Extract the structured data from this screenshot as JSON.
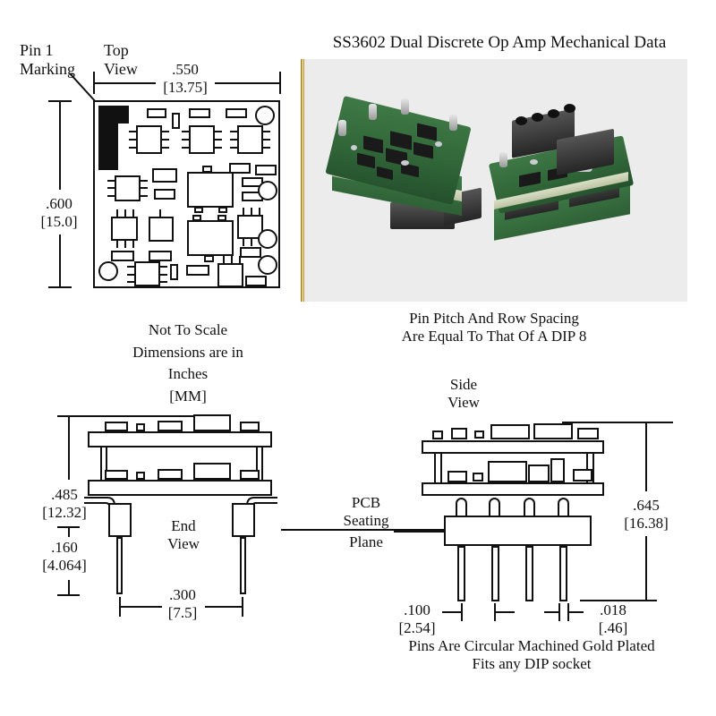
{
  "document": {
    "title": "SS3602 Dual Discrete Op Amp Mechanical Data",
    "background_color": "#ffffff",
    "line_color": "#111111"
  },
  "top_view": {
    "pin1_label_line1": "Pin 1",
    "pin1_label_line2": "Marking",
    "view_label_line1": "Top",
    "view_label_line2": "View",
    "width_inches": ".550",
    "width_mm": "[13.75]",
    "height_inches": ".600",
    "height_mm": "[15.0]"
  },
  "photo": {
    "caption_line1": "Pin Pitch And Row Spacing",
    "caption_line2": "Are Equal To That Of A DIP 8",
    "background_color": "#ececec",
    "pcb_color": "#2f6437",
    "substrate_color": "#c6ccac",
    "pin_color": "#e3c45c",
    "header_color": "#2b2b2b"
  },
  "notes": {
    "line1": "Not To Scale",
    "line2": "Dimensions are in",
    "line3": "Inches",
    "line4": "[MM]"
  },
  "end_view": {
    "label_line1": "End",
    "label_line2": "View",
    "height_inches": ".485",
    "height_mm": "[12.32]",
    "lead_inches": ".160",
    "lead_mm": "[4.064]",
    "row_spacing_inches": ".300",
    "row_spacing_mm": "[7.5]"
  },
  "side_view": {
    "label_line1": "Side",
    "label_line2": "View",
    "height_inches": ".645",
    "height_mm": "[16.38]",
    "pitch_inches": ".100",
    "pitch_mm": "[2.54]",
    "pin_dia_inches": ".018",
    "pin_dia_mm": "[.46]",
    "caption_line1": "Pins Are Circular Machined Gold Plated",
    "caption_line2": "Fits any DIP socket"
  },
  "seating_plane": {
    "line1": "PCB",
    "line2": "Seating",
    "line3": "Plane"
  }
}
